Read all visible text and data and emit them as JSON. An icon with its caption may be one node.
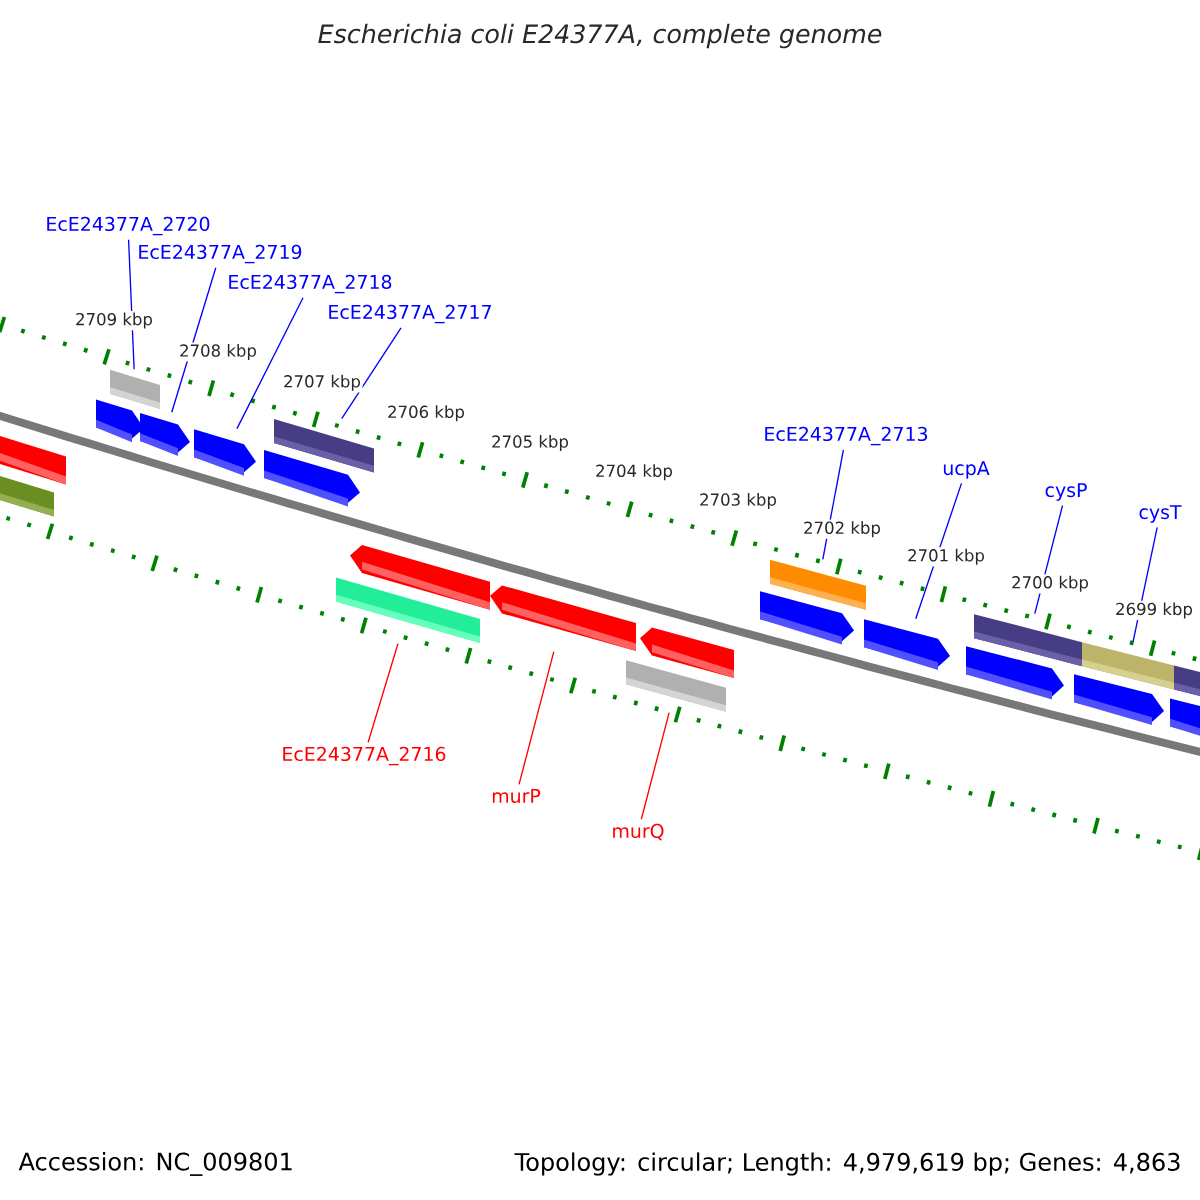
{
  "diagram": {
    "title": "Escherichia coli E24377A, complete genome",
    "nodes": [
      {
        "text": [
          "EcE24377A_2720"
        ]
      },
      {
        "text": [
          "EcE24377A_2719"
        ]
      },
      {
        "text": [
          "EcE24377A_2718"
        ]
      },
      {
        "text": [
          "EcE24377A_2717"
        ]
      },
      {
        "text": [
          "EcE24377A_2713"
        ]
      },
      {
        "text": [
          "ucpA"
        ]
      },
      {
        "text": [
          "cysP"
        ]
      },
      {
        "text": [
          "cysT"
        ]
      },
      {
        "text": [
          "EcE24377A_2716"
        ]
      },
      {
        "text": [
          "murP"
        ]
      },
      {
        "text": [
          "murQ"
        ]
      },
      {
        "text": [],
        "shape": "bar"
      },
      {
        "text": [],
        "shape": "bar"
      },
      {
        "text": [],
        "shape": "bar"
      },
      {
        "text": [],
        "shape": "bar"
      },
      {
        "text": [],
        "shape": "bar"
      },
      {
        "text": [],
        "shape": "bar"
      },
      {
        "text": [],
        "shape": "bar"
      },
      {
        "text": [],
        "shape": "bar"
      },
      {
        "text": [],
        "shape": "bar"
      },
      {
        "text": [],
        "shape": "bar"
      },
      {
        "text": [],
        "shape": "bar"
      },
      {
        "text": [],
        "shape": "bar"
      },
      {
        "text": [],
        "shape": "bar"
      },
      {
        "text": [],
        "shape": "bar"
      },
      {
        "text": [],
        "shape": "bar"
      },
      {
        "text": [],
        "shape": "bar"
      },
      {
        "text": [],
        "shape": "bar"
      },
      {
        "text": [],
        "shape": "bar"
      },
      {
        "text": [],
        "shape": "bar"
      },
      {
        "text": [],
        "shape": "bar"
      },
      {
        "text": [],
        "shape": "bar"
      },
      {
        "text": [],
        "shape": "bar"
      }
    ],
    "edges": [
      {
        "from": 0,
        "to": 14,
        "arrow": "none"
      },
      {
        "from": 1,
        "to": 15,
        "arrow": "none"
      },
      {
        "from": 2,
        "to": 16,
        "arrow": "none"
      },
      {
        "from": 3,
        "to": 18,
        "arrow": "none"
      },
      {
        "from": 4,
        "to": 25,
        "arrow": "none"
      },
      {
        "from": 5,
        "to": 26,
        "arrow": "none"
      },
      {
        "from": 6,
        "to": 28,
        "arrow": "none"
      },
      {
        "from": 7,
        "to": 30,
        "arrow": "none"
      },
      {
        "from": 8,
        "to": 19,
        "arrow": "none",
        "color": "#ff0000"
      },
      {
        "from": 9,
        "to": 21,
        "arrow": "none",
        "color": "#ff0000"
      },
      {
        "from": 10,
        "to": 22,
        "arrow": "none",
        "color": "#ff0000"
      }
    ],
    "labels": [
      "2709 kbp",
      "2708 kbp",
      "2707 kbp",
      "2706 kbp",
      "2705 kbp",
      "2704 kbp",
      "2703 kbp",
      "2702 kbp",
      "2701 kbp",
      "2700 kbp",
      "2699 kbp",
      "Accession: NC_009801",
      "Topology: circular; Length: 4,979,619 bp; Genes: 4,863"
    ]
  }
}
